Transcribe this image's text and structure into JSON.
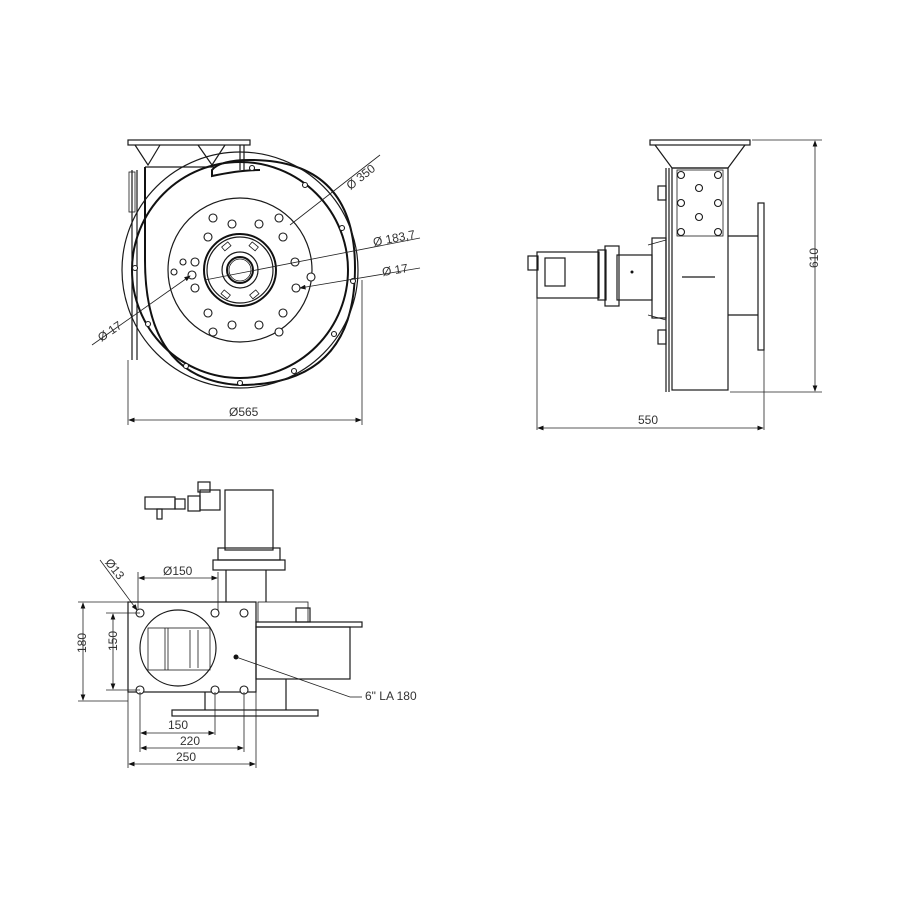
{
  "drawing": {
    "front_view": {
      "dim_outer_diameter": "Ø565",
      "dim_flange_diameter": "Ø 350",
      "dim_bolt_circle": "Ø 183,7",
      "dim_hole_right": "Ø 17",
      "dim_hole_left": "Ø 17"
    },
    "side_view": {
      "dim_width": "550",
      "dim_height": "610"
    },
    "top_view": {
      "dim_hole": "Ø13",
      "dim_inlet_diameter": "Ø150",
      "dim_height_outer": "180",
      "dim_height_inner": "150",
      "dim_width_150": "150",
      "dim_width_220": "220",
      "dim_width_250": "250",
      "callout_label": "6\" LA 180"
    }
  }
}
